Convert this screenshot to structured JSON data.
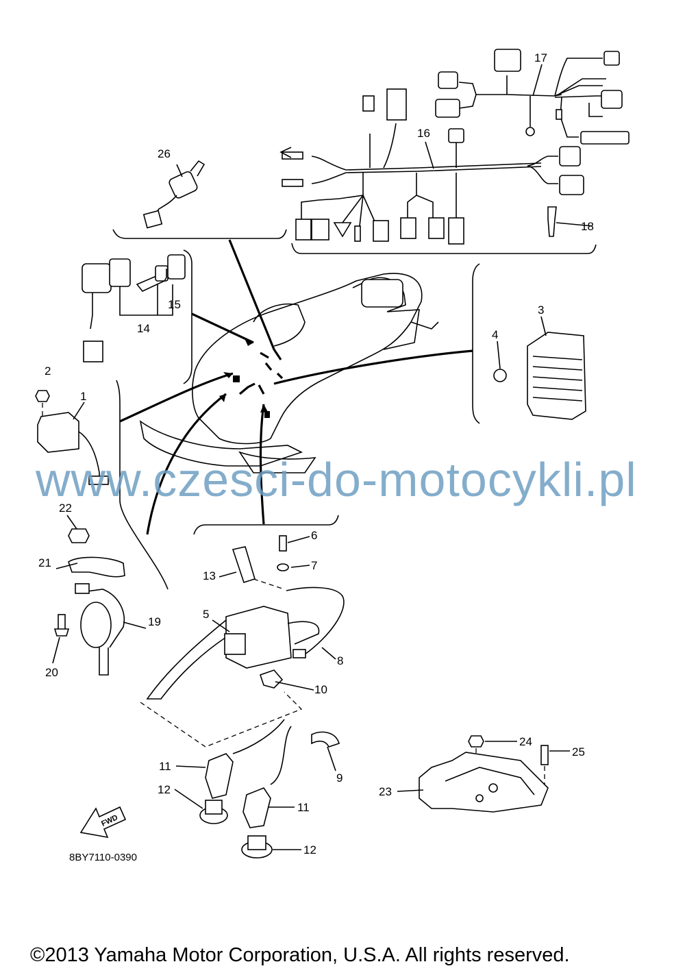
{
  "callouts": [
    {
      "id": "1",
      "label": "1"
    },
    {
      "id": "2",
      "label": "2"
    },
    {
      "id": "3",
      "label": "3"
    },
    {
      "id": "4",
      "label": "4"
    },
    {
      "id": "5",
      "label": "5"
    },
    {
      "id": "6",
      "label": "6"
    },
    {
      "id": "7",
      "label": "7"
    },
    {
      "id": "8",
      "label": "8"
    },
    {
      "id": "9",
      "label": "9"
    },
    {
      "id": "10",
      "label": "10"
    },
    {
      "id": "11a",
      "label": "11"
    },
    {
      "id": "11b",
      "label": "11"
    },
    {
      "id": "12a",
      "label": "12"
    },
    {
      "id": "12b",
      "label": "12"
    },
    {
      "id": "13",
      "label": "13"
    },
    {
      "id": "14",
      "label": "14"
    },
    {
      "id": "15",
      "label": "15"
    },
    {
      "id": "16",
      "label": "16"
    },
    {
      "id": "17",
      "label": "17"
    },
    {
      "id": "18",
      "label": "18"
    },
    {
      "id": "19",
      "label": "19"
    },
    {
      "id": "20",
      "label": "20"
    },
    {
      "id": "21",
      "label": "21"
    },
    {
      "id": "22",
      "label": "22"
    },
    {
      "id": "23",
      "label": "23"
    },
    {
      "id": "24",
      "label": "24"
    },
    {
      "id": "25",
      "label": "25"
    },
    {
      "id": "26",
      "label": "26"
    }
  ],
  "fwd_arrow_label": "FWD",
  "diagram_code": "8BY7110-0390",
  "watermark": "www.czesci-do-motocykli.pl",
  "copyright": "©2013 Yamaha Motor Corporation, U.S.A. All rights reserved."
}
